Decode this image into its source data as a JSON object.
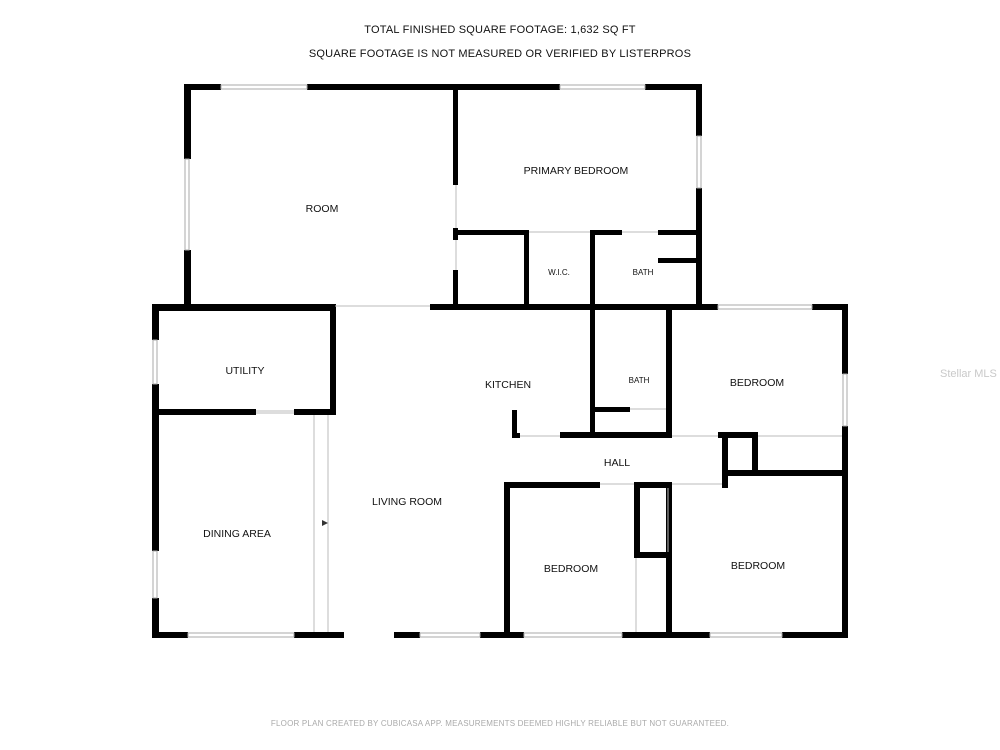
{
  "header": {
    "line1": "TOTAL FINISHED SQUARE FOOTAGE: 1,632 SQ FT",
    "line2": "SQUARE FOOTAGE IS NOT MEASURED OR VERIFIED BY LISTERPROS"
  },
  "rooms": {
    "room": "ROOM",
    "primary_bedroom": "PRIMARY BEDROOM",
    "wic": "W.I.C.",
    "bath_primary": "BATH",
    "utility": "UTILITY",
    "kitchen": "KITCHEN",
    "bath_hall": "BATH",
    "bedroom_east": "BEDROOM",
    "hall": "HALL",
    "dining_area": "DINING AREA",
    "living_room": "LIVING ROOM",
    "bedroom_south": "BEDROOM",
    "bedroom_southeast": "BEDROOM"
  },
  "footer": "FLOOR PLAN CREATED BY CUBICASA APP. MEASUREMENTS DEEMED HIGHLY RELIABLE BUT NOT GUARANTEED.",
  "watermark": "Stellar MLS",
  "colors": {
    "wall": "#000000",
    "window": "#bbbbbb",
    "footer_text": "#aaaaaa"
  }
}
